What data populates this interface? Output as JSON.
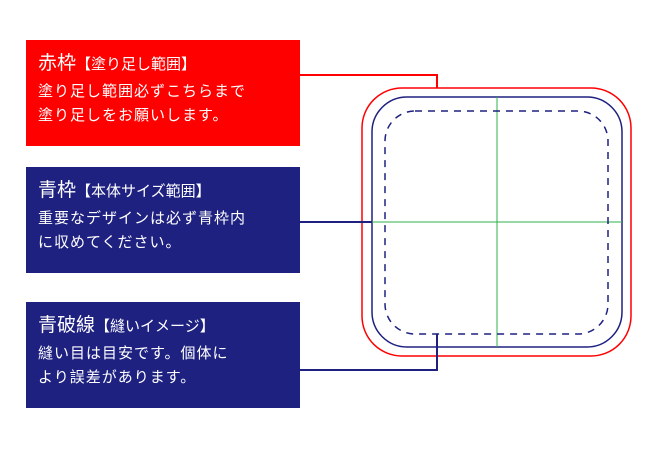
{
  "colors": {
    "bleed": "#ff0000",
    "body": "#1e2180",
    "guide": "#2db34a"
  },
  "legend": [
    {
      "title": "赤枠",
      "subtitle": "【塗り足し範囲】",
      "line1": "塗り足し範囲必ずこちらまで",
      "line2": "塗り足しをお願いします。"
    },
    {
      "title": "青枠",
      "subtitle": "【本体サイズ範囲】",
      "line1": "重要なデザインは必ず青枠内",
      "line2": "に収めてください。"
    },
    {
      "title": "青破線",
      "subtitle": "【縫いイメージ】",
      "line1": "縫い目は目安です。個体に",
      "line2": "より誤差があります。"
    }
  ]
}
